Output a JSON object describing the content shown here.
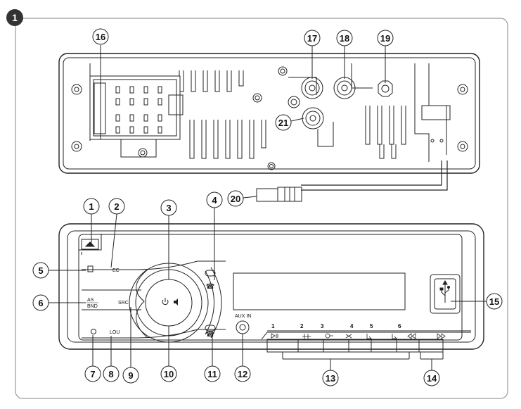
{
  "figure_badge": "1",
  "rear_callouts": {
    "c16": "16",
    "c17": "17",
    "c18": "18",
    "c19": "19",
    "c20": "20",
    "c21": "21"
  },
  "front_callouts": {
    "c1": "1",
    "c2": "2",
    "c3": "3",
    "c4": "4",
    "c5": "5",
    "c6": "6",
    "c7": "7",
    "c8": "8",
    "c9": "9",
    "c10": "10",
    "c11": "11",
    "c12": "12",
    "c13": "13",
    "c14": "14",
    "c15": "15"
  },
  "panel_labels": {
    "ec": "EC",
    "as": "AS",
    "bnd": "BND",
    "src": "SRC",
    "lou": "LOU",
    "aux_in": "AUX IN"
  },
  "preset_numbers": [
    "1",
    "2",
    "3",
    "4",
    "5",
    "6"
  ],
  "colors": {
    "line": "#222222",
    "frame": "#9a9a9a",
    "badge_bg": "#333333",
    "badge_fg": "#ffffff"
  }
}
